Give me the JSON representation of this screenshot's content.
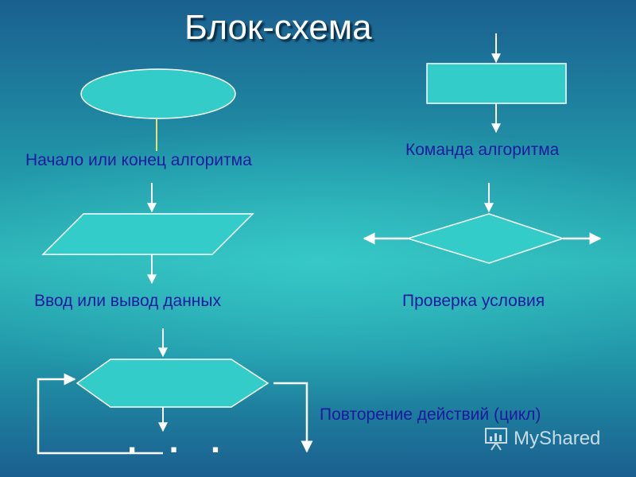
{
  "title": "Блок-схема",
  "labels": {
    "start_end": "Начало или конец алгоритма",
    "command": "Команда алгоритма",
    "io": "Ввод или вывод данных",
    "condition": "Проверка условия",
    "loop": "Повторение действий (цикл)"
  },
  "dots": ". . .",
  "watermark": "MyShared",
  "colors": {
    "shape_fill": "#33ccc8",
    "shape_stroke": "#ffffff",
    "label_text": "#1a1aa0",
    "accent_arrow": "#e8e070"
  }
}
